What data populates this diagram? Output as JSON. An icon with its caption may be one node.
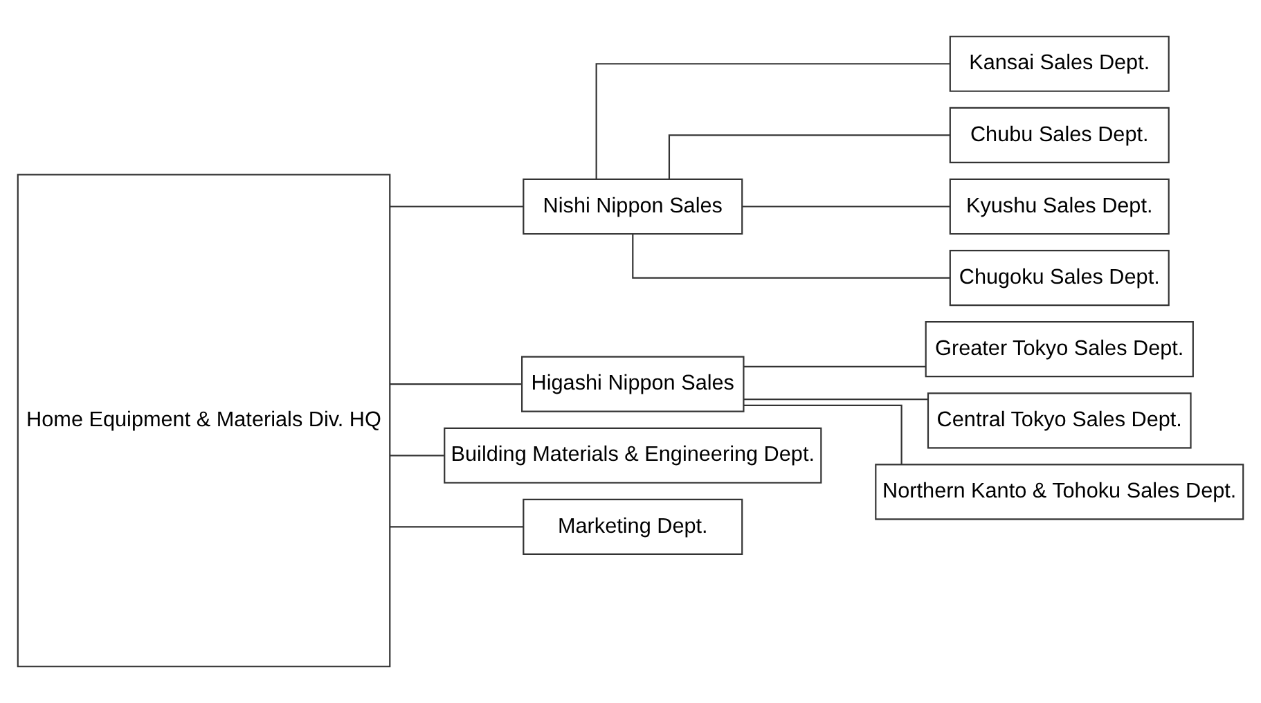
{
  "diagram": {
    "nodes": [
      {
        "text": [
          "Home Equipment & Materials Div. HQ"
        ]
      },
      {
        "text": [
          "Nishi Nippon Sales"
        ]
      },
      {
        "text": [
          "Higashi Nippon Sales"
        ]
      },
      {
        "text": [
          "Building Materials & Engineering Dept."
        ]
      },
      {
        "text": [
          "Marketing Dept."
        ]
      },
      {
        "text": [
          "Kansai Sales Dept."
        ]
      },
      {
        "text": [
          "Chubu Sales Dept."
        ]
      },
      {
        "text": [
          "Kyushu Sales Dept."
        ]
      },
      {
        "text": [
          "Chugoku Sales Dept."
        ]
      },
      {
        "text": [
          "Greater Tokyo Sales Dept."
        ]
      },
      {
        "text": [
          "Central Tokyo Sales Dept."
        ]
      },
      {
        "text": [
          "Northern Kanto & Tohoku Sales Dept."
        ]
      }
    ],
    "edges": [
      {
        "from": 0,
        "to": 1,
        "arrow": "none"
      },
      {
        "from": 0,
        "to": 2,
        "arrow": "none"
      },
      {
        "from": 0,
        "to": 3,
        "arrow": "none"
      },
      {
        "from": 0,
        "to": 4,
        "arrow": "none"
      },
      {
        "from": 1,
        "to": 5,
        "arrow": "none"
      },
      {
        "from": 1,
        "to": 6,
        "arrow": "none"
      },
      {
        "from": 1,
        "to": 7,
        "arrow": "none"
      },
      {
        "from": 1,
        "to": 8,
        "arrow": "none"
      },
      {
        "from": 2,
        "to": 9,
        "arrow": "none"
      },
      {
        "from": 2,
        "to": 10,
        "arrow": "none"
      },
      {
        "from": 2,
        "to": 11,
        "arrow": "none"
      }
    ]
  }
}
